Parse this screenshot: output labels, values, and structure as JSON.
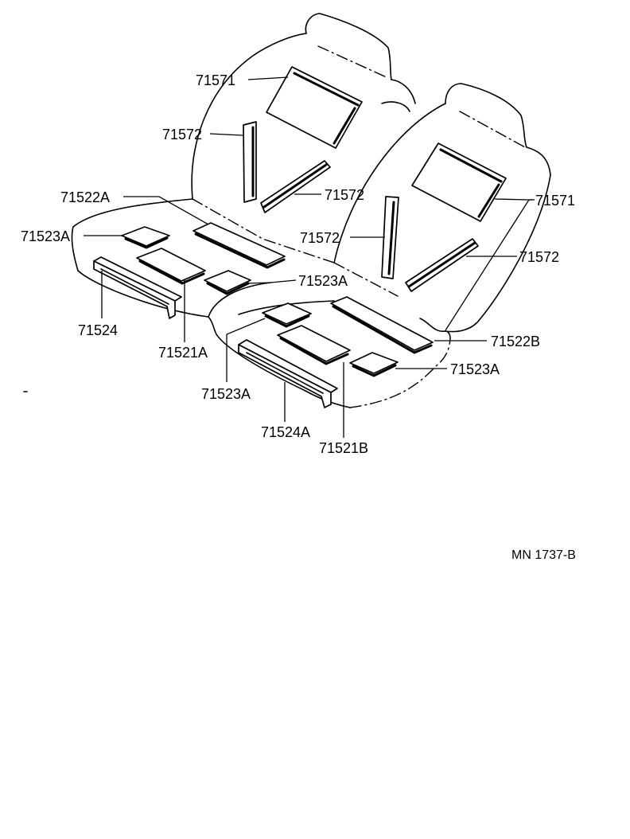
{
  "labels": {
    "p71571_left": "71571",
    "p71572_left_top": "71572",
    "p71572_mid": "71572",
    "p71522A": "71522A",
    "p71523A_left": "71523A",
    "p71572_right_post": "71572",
    "p71571_right": "71571",
    "p71572_right": "71572",
    "p71523A_center": "71523A",
    "p71524": "71524",
    "p71521A": "71521A",
    "p71522B": "71522B",
    "p71523A_right": "71523A",
    "p71523A_bottom": "71523A",
    "p71524A": "71524A",
    "p71521B": "71521B"
  },
  "reference_code": "MN 1737-B"
}
